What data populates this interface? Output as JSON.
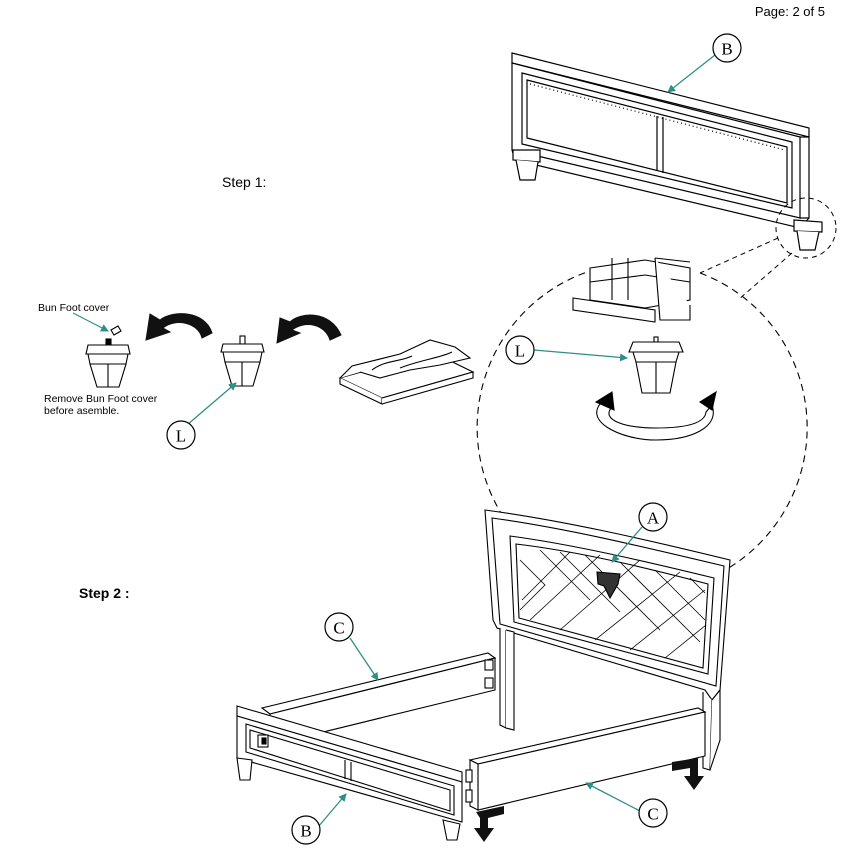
{
  "header": {
    "page_number": "Page: 2 of 5"
  },
  "steps": [
    {
      "label": "Step 1:"
    },
    {
      "label": "Step 2 :"
    }
  ],
  "notes": {
    "bun_foot_cover": "Bun Foot cover",
    "remove_line1": "Remove Bun Foot cover",
    "remove_line2": "before asemble."
  },
  "callouts": {
    "footboard": "B",
    "leg": "L",
    "leg_zoom": "L",
    "headboard": "A",
    "rail_back": "C",
    "rail_front": "C",
    "footboard_step2": "B"
  },
  "colors": {
    "teal_leader": "#2f8f84",
    "line": "#000000",
    "dark_arrow": "#111111"
  }
}
